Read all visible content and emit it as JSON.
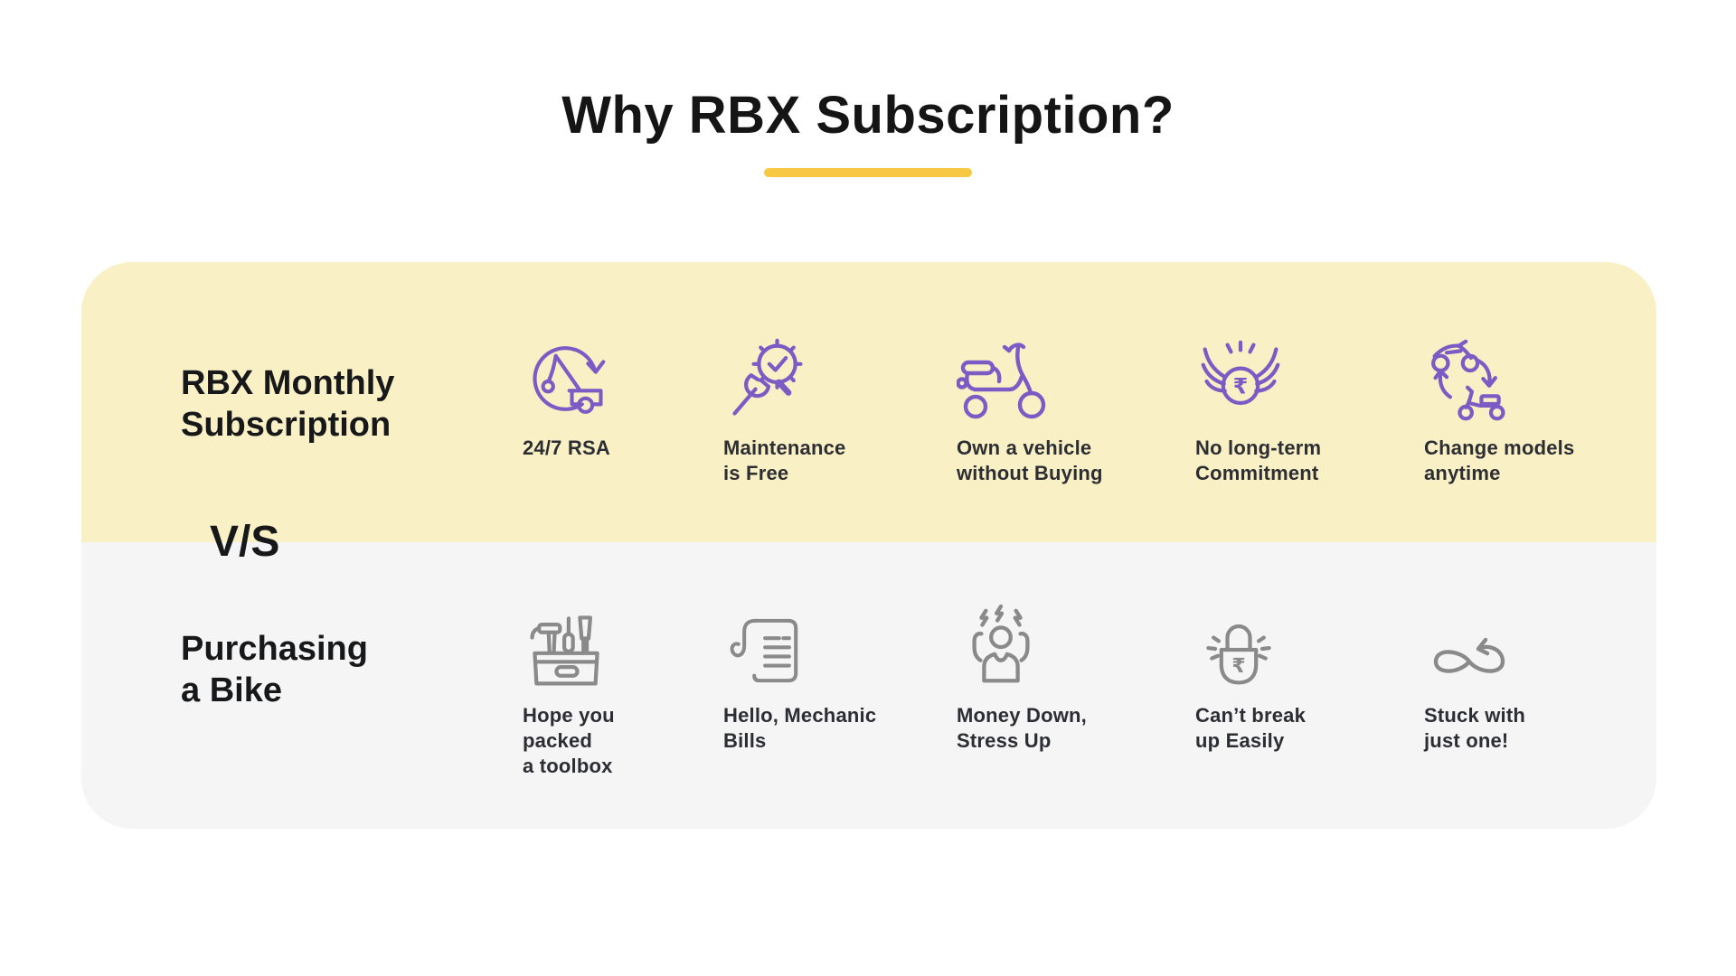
{
  "title": "Why RBX Subscription?",
  "vs_label": "V/S",
  "colors": {
    "accent_underline": "#F7C843",
    "subscription_bg": "#FAF0C5",
    "purchase_bg": "#F5F5F6",
    "subscription_icon": "#7D5BC5",
    "purchase_icon": "#8A8A8A",
    "title_text": "#151515",
    "row_label_text": "#17181a",
    "label_text": "#2c2e33"
  },
  "subscription_row": {
    "label": "RBX Monthly\nSubscription",
    "items": [
      {
        "icon": "tow-truck-rsa-icon",
        "label": "24/7 RSA"
      },
      {
        "icon": "maintenance-wrench-gear-icon",
        "label": "Maintenance\nis Free"
      },
      {
        "icon": "scooter-icon",
        "label": "Own a vehicle\nwithout Buying"
      },
      {
        "icon": "winged-rupee-icon",
        "label": "No long-term\nCommitment"
      },
      {
        "icon": "model-exchange-icon",
        "label": "Change models\nanytime"
      }
    ]
  },
  "purchase_row": {
    "label": "Purchasing\na Bike",
    "items": [
      {
        "icon": "toolbox-icon",
        "label": "Hope you\npacked\na toolbox"
      },
      {
        "icon": "mechanic-bill-icon",
        "label": "Hello, Mechanic\nBills"
      },
      {
        "icon": "stressed-person-icon",
        "label": "Money Down,\nStress Up"
      },
      {
        "icon": "rupee-lock-icon",
        "label": "Can’t break\nup Easily"
      },
      {
        "icon": "infinity-loop-icon",
        "label": "Stuck with\njust one!"
      }
    ]
  }
}
